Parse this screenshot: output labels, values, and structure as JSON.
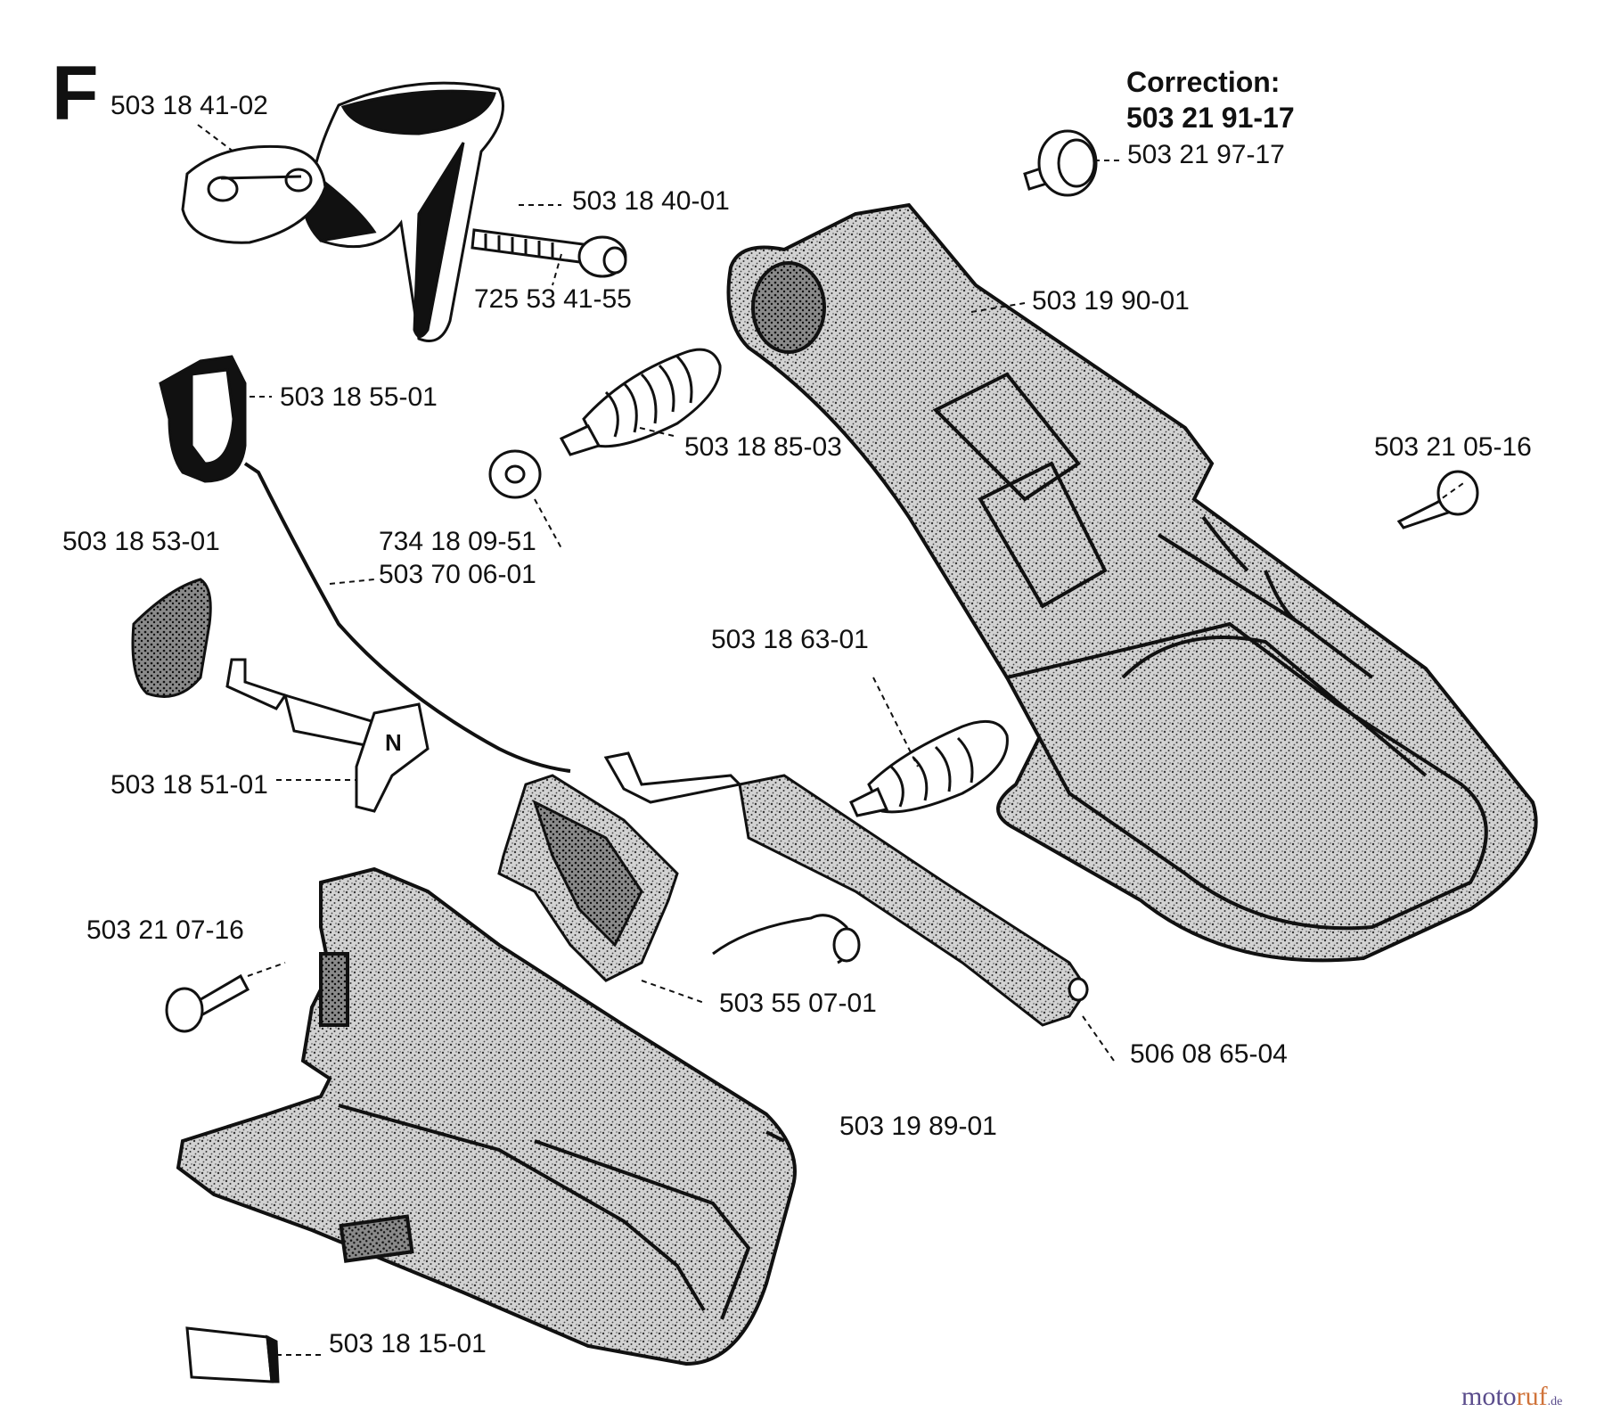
{
  "diagram": {
    "section_letter": "F",
    "correction": {
      "heading": "Correction:",
      "part_number": "503 21 91-17"
    },
    "part_labels": [
      "503 18 41-02",
      "503 18 40-01",
      "725 53 41-55",
      "503 21 97-17",
      "503 19 90-01",
      "503 18 55-01",
      "503 18 85-03",
      "734 18 09-51",
      "503 70 06-01",
      "503 18 53-01",
      "503 21 05-16",
      "503 18 63-01",
      "503 18 51-01",
      "503 21 07-16",
      "503 55 07-01",
      "506 08 65-04",
      "503 19 89-01",
      "503 18 15-01"
    ]
  },
  "watermark": {
    "part1": "moto",
    "part2": "ruf",
    "part3": ".de"
  },
  "colors": {
    "ink": "#111111",
    "stipple": "#9a9a9a",
    "watermark_purple": "#5a4c8c",
    "watermark_orange": "#d0733a"
  }
}
